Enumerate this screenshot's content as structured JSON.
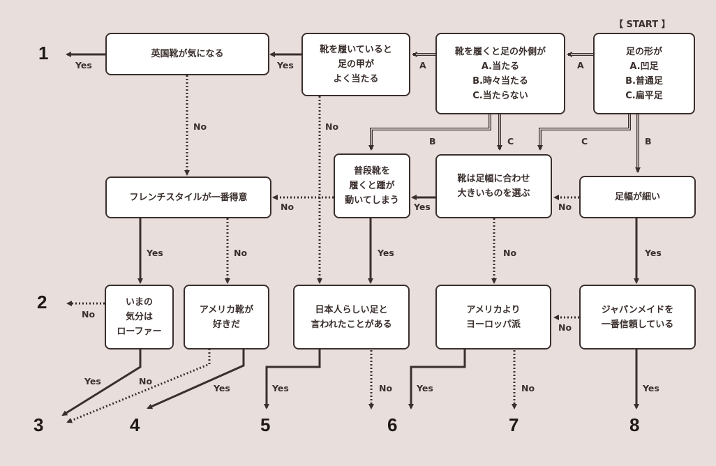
{
  "start_label": "【 START 】",
  "nodes": {
    "foot_shape": "足の形が\nA.凹足\nB.普通足\nC.扁平足",
    "outer_side": "靴を履くと足の外側が\nA.当たる\nB.時々当たる\nC.当たらない",
    "instep": "靴を履いていると\n足の甲が\nよく当たる",
    "british": "英国靴が気になる",
    "french": "フレンチスタイルが一番得意",
    "heel": "普段靴を\n履くと踵が\n動いてしまう",
    "width_big": "靴は足幅に合わせ\n大きいものを選ぶ",
    "narrow": "足幅が細い",
    "loafer": "いまの\n気分は\nローファー",
    "american": "アメリカ靴が\n好きだ",
    "japanese": "日本人らしい足と\n言われたことがある",
    "europe": "アメリカより\nヨーロッパ派",
    "japan_made": "ジャパンメイドを\n一番信頼している"
  },
  "labels": {
    "yes": "Yes",
    "no": "No",
    "a": "A",
    "b": "B",
    "c": "C"
  },
  "results": [
    "1",
    "2",
    "3",
    "4",
    "5",
    "6",
    "7",
    "8"
  ],
  "colors": {
    "background": "#e8dfdc",
    "line": "#3a2f2d",
    "box": "#ffffff"
  }
}
